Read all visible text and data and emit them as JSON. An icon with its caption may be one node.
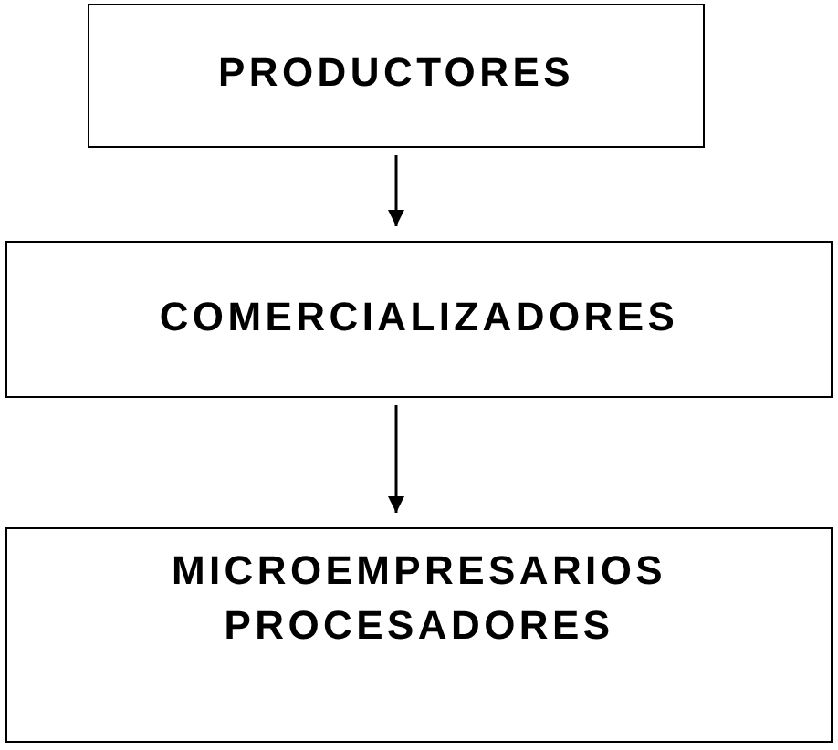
{
  "diagram": {
    "nodes": [
      {
        "text": [
          "PRODUCTORES"
        ]
      },
      {
        "text": [
          "COMERCIALIZADORES"
        ]
      },
      {
        "text": [
          "MICROEMPRESARIOS PROCESADORES"
        ]
      }
    ],
    "edges": [
      {
        "from": 0,
        "to": 1,
        "arrow": "to"
      },
      {
        "from": 1,
        "to": 2,
        "arrow": "to"
      }
    ]
  }
}
